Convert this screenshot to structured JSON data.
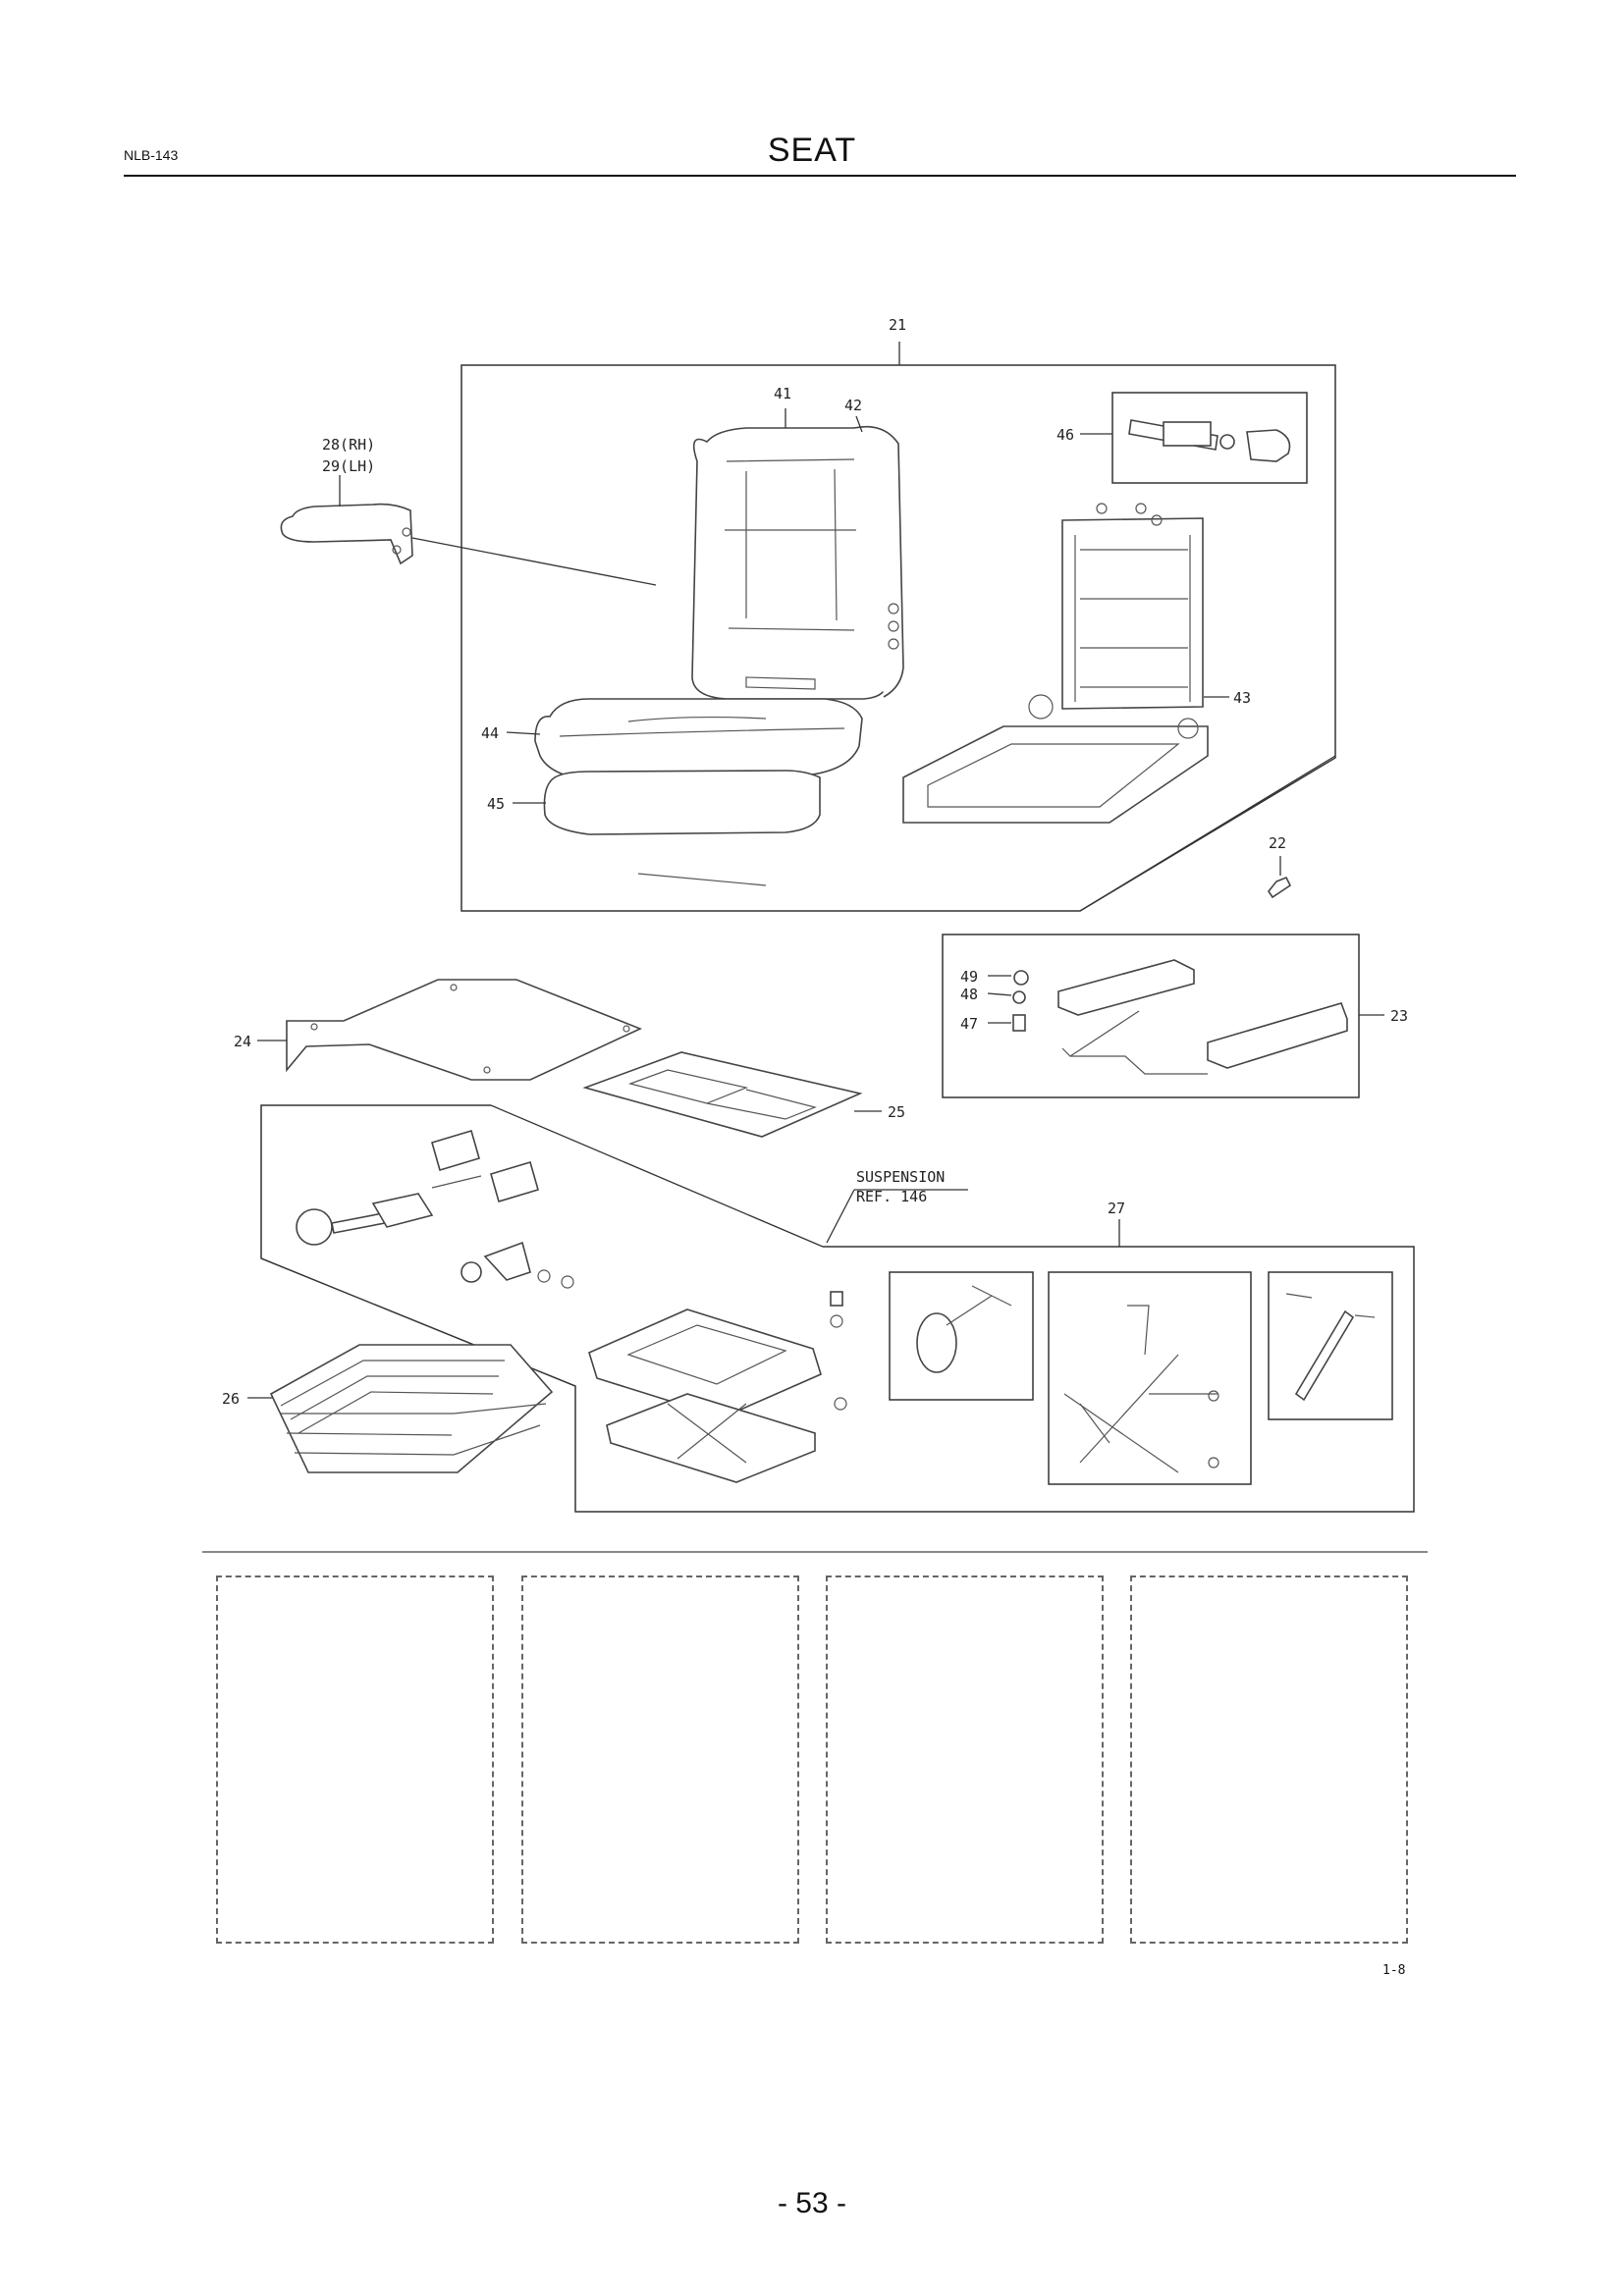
{
  "header": {
    "code": "NLB-143",
    "title": "SEAT"
  },
  "labels": {
    "p21": "21",
    "p41": "41",
    "p42": "42",
    "p46": "46",
    "p28": "28(RH)",
    "p29": "29(LH)",
    "p43": "43",
    "p44": "44",
    "p45": "45",
    "p22": "22",
    "p49": "49",
    "p48": "48",
    "p47": "47",
    "p23": "23",
    "p24": "24",
    "p25": "25",
    "p26": "26",
    "p27": "27",
    "susp1": "SUSPENSION",
    "susp2": "REF. 146"
  },
  "figure_ref": "1-8",
  "page_number": "- 53 -"
}
